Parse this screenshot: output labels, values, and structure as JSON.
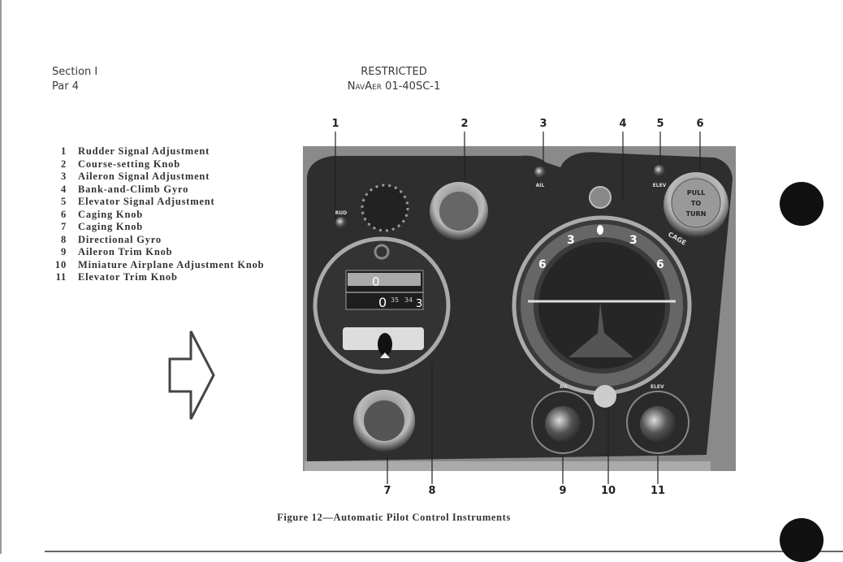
{
  "header": {
    "section": "Section I",
    "paragraph": "Par 4",
    "classification": "RESTRICTED",
    "document_number": "NavAer 01-40SC-1"
  },
  "legend": [
    {
      "num": "1",
      "label": "Rudder Signal Adjustment"
    },
    {
      "num": "2",
      "label": "Course-setting Knob"
    },
    {
      "num": "3",
      "label": "Aileron Signal Adjustment"
    },
    {
      "num": "4",
      "label": "Bank-and-Climb Gyro"
    },
    {
      "num": "5",
      "label": "Elevator Signal Adjustment"
    },
    {
      "num": "6",
      "label": "Caging Knob"
    },
    {
      "num": "7",
      "label": "Caging Knob"
    },
    {
      "num": "8",
      "label": "Directional Gyro"
    },
    {
      "num": "9",
      "label": "Aileron Trim Knob"
    },
    {
      "num": "10",
      "label": "Miniature Airplane Adjustment Knob"
    },
    {
      "num": "11",
      "label": "Elevator Trim Knob"
    }
  ],
  "photo_labels": {
    "rud": "RUD",
    "ail": "AIL",
    "elev": "ELEV",
    "pull": "PULL",
    "to": "TO",
    "turn": "TURN",
    "cage": "CAGE",
    "trim_ail": "AIL",
    "trim_elev": "ELEV",
    "dg_top_left": "0",
    "dg_bottom_0": "0",
    "dg_35": "35",
    "dg_34": "34",
    "dg_3": "3",
    "horizon_3_left": "3",
    "horizon_3_right": "3",
    "horizon_6_left": "6",
    "horizon_6_right": "6"
  },
  "caption": "Figure 12—Automatic Pilot Control Instruments"
}
